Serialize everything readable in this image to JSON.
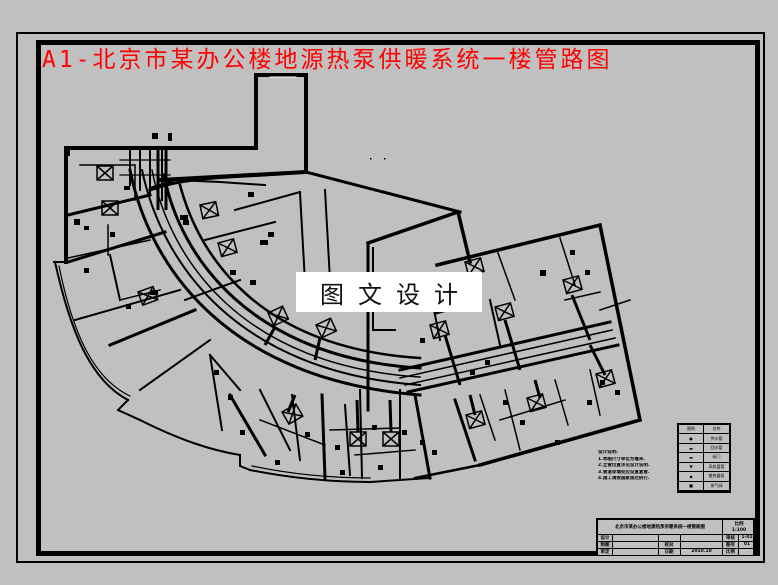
{
  "drawing": {
    "title": "A1-北京市某办公楼地源热泵供暖系统一楼管路图",
    "watermark": "图文设计",
    "colors": {
      "background": "#c0c0c0",
      "lines": "#000000",
      "title": "#ff0000",
      "watermark_bg": "#ffffff"
    }
  },
  "legend": {
    "header": [
      "图例",
      "名称"
    ],
    "rows": [
      {
        "symbol": "●",
        "name": "供水管"
      },
      {
        "symbol": "▬",
        "name": "回水管"
      },
      {
        "symbol": "▬",
        "name": "阀门"
      },
      {
        "symbol": "▼",
        "name": "风机盘管"
      },
      {
        "symbol": "◆",
        "name": "散热器组"
      },
      {
        "symbol": "■",
        "name": "排气阀"
      }
    ]
  },
  "notes": {
    "heading": "设计说明:",
    "items": [
      "1.本图尺寸单位为毫米.",
      "2.立管位置详见设计说明.",
      "3.管道穿墙处应设置套管.",
      "4.施工请按国家规范执行."
    ]
  },
  "title_block": {
    "project_name": "北京市某办公楼地源热泵供暖系统一楼管路图",
    "scale_label": "比例",
    "scale_value": "1:100",
    "sheet_label": "图号",
    "sheet_value": "1-1",
    "rows": [
      {
        "left": "设计",
        "mid_label": "",
        "mid_value": "",
        "right_label": "审核",
        "right_value": "1-01"
      },
      {
        "left": "制图",
        "mid_label": "校对",
        "mid_value": "",
        "right_label": "图号",
        "right_value": "01"
      },
      {
        "left": "审定",
        "mid_label": "日期",
        "mid_value": "2010.10",
        "right_label": "比例",
        "right_value": ""
      }
    ]
  }
}
